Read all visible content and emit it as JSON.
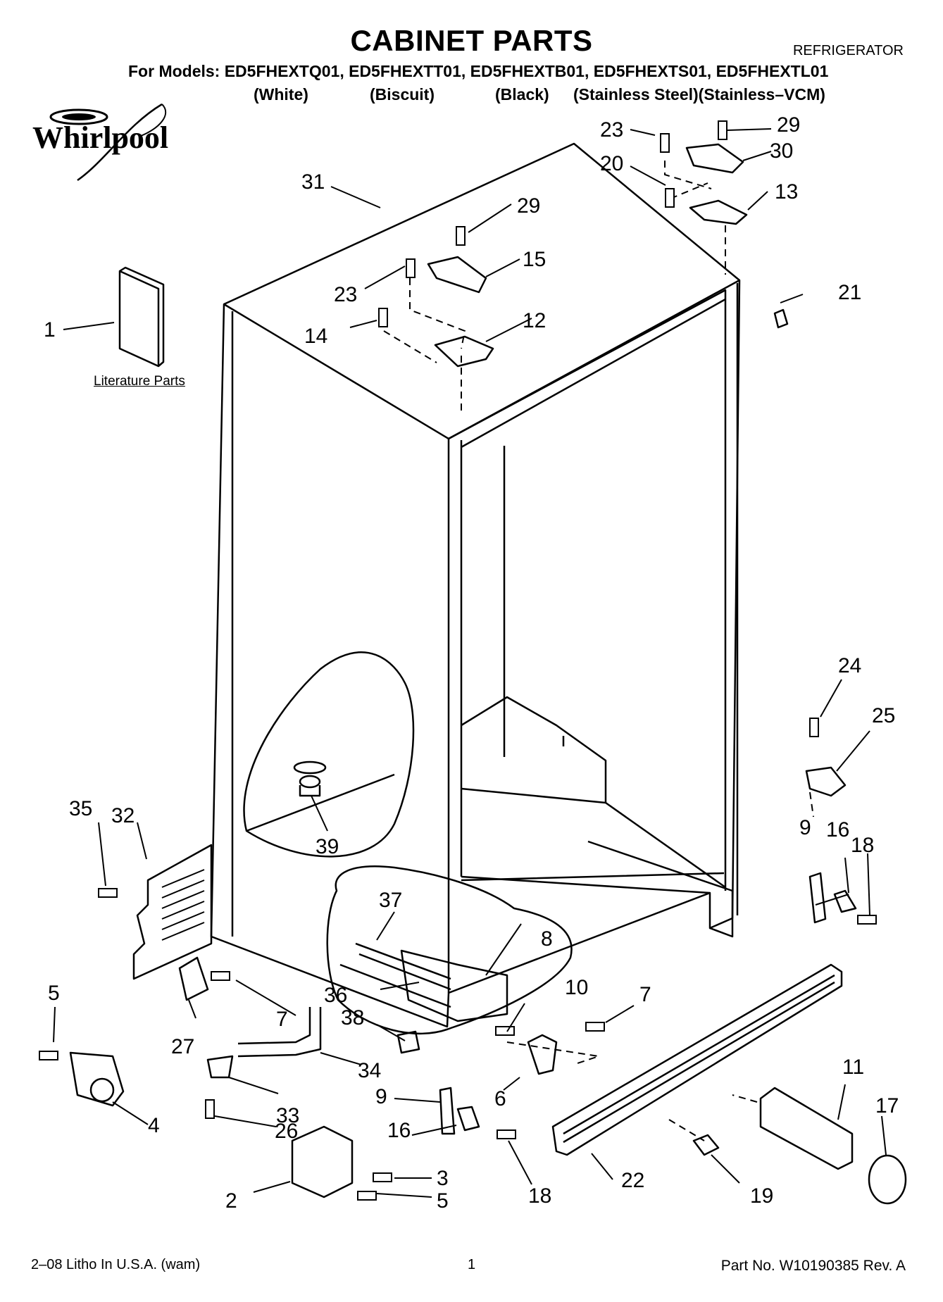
{
  "header": {
    "title": "CABINET PARTS",
    "category": "REFRIGERATOR",
    "models_line": "For Models: ED5FHEXTQ01, ED5FHEXTT01, ED5FHEXTB01, ED5FHEXTS01, ED5FHEXTL01",
    "colors": [
      "(White)",
      "(Biscuit)",
      "(Black)",
      "(Stainless Steel)(Stainless–VCM)"
    ]
  },
  "brand": {
    "logo_text": "Whirlpool"
  },
  "literature_label": "Literature Parts",
  "callouts": [
    "1",
    "2",
    "3",
    "4",
    "5",
    "5",
    "6",
    "7",
    "7",
    "8",
    "9",
    "9",
    "10",
    "11",
    "12",
    "13",
    "14",
    "15",
    "16",
    "16",
    "17",
    "18",
    "18",
    "19",
    "20",
    "21",
    "22",
    "23",
    "23",
    "24",
    "25",
    "26",
    "27",
    "29",
    "29",
    "30",
    "31",
    "32",
    "33",
    "34",
    "35",
    "36",
    "37",
    "38",
    "39"
  ],
  "footer": {
    "print": "2–08 Litho In U.S.A. (wam)",
    "page": "1",
    "part_no": "Part No. W10190385 Rev. A"
  },
  "colors": {
    "ink": "#000000",
    "paper": "#ffffff"
  }
}
